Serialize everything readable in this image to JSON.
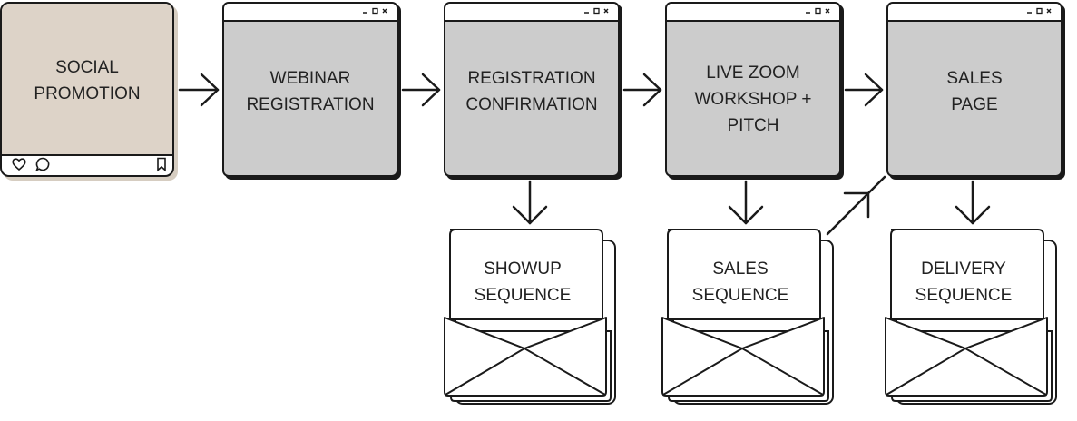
{
  "nodes": {
    "social": {
      "lines": [
        "SOCIAL",
        "PROMOTION"
      ]
    },
    "webinar": {
      "lines": [
        "WEBINAR",
        "REGISTRATION"
      ]
    },
    "confirmation": {
      "lines": [
        "REGISTRATION",
        "CONFIRMATION"
      ]
    },
    "zoom": {
      "lines": [
        "LIVE ZOOM",
        "WORKSHOP +",
        "PITCH"
      ]
    },
    "sales_page": {
      "lines": [
        "SALES",
        "PAGE"
      ]
    },
    "showup": {
      "lines": [
        "SHOWUP",
        "SEQUENCE"
      ]
    },
    "sales_seq": {
      "lines": [
        "SALES",
        "SEQUENCE"
      ]
    },
    "delivery": {
      "lines": [
        "DELIVERY",
        "SEQUENCE"
      ]
    }
  },
  "window_controls": [
    "–",
    "□",
    "×"
  ],
  "icons": {
    "social_left": [
      "heart-icon",
      "comment-icon"
    ],
    "social_right": "bookmark-icon",
    "window": "window-controls-icon",
    "email": "envelope-icon",
    "connector": "arrow-icon"
  },
  "colors": {
    "social_fill": "#ddd3c8",
    "window_fill": "#cccccc",
    "stroke": "#1a1a1a"
  },
  "edges": [
    [
      "social",
      "webinar"
    ],
    [
      "webinar",
      "confirmation"
    ],
    [
      "confirmation",
      "zoom"
    ],
    [
      "zoom",
      "sales_page"
    ],
    [
      "confirmation",
      "showup"
    ],
    [
      "zoom",
      "sales_seq"
    ],
    [
      "sales_seq",
      "sales_page"
    ],
    [
      "sales_page",
      "delivery"
    ]
  ]
}
